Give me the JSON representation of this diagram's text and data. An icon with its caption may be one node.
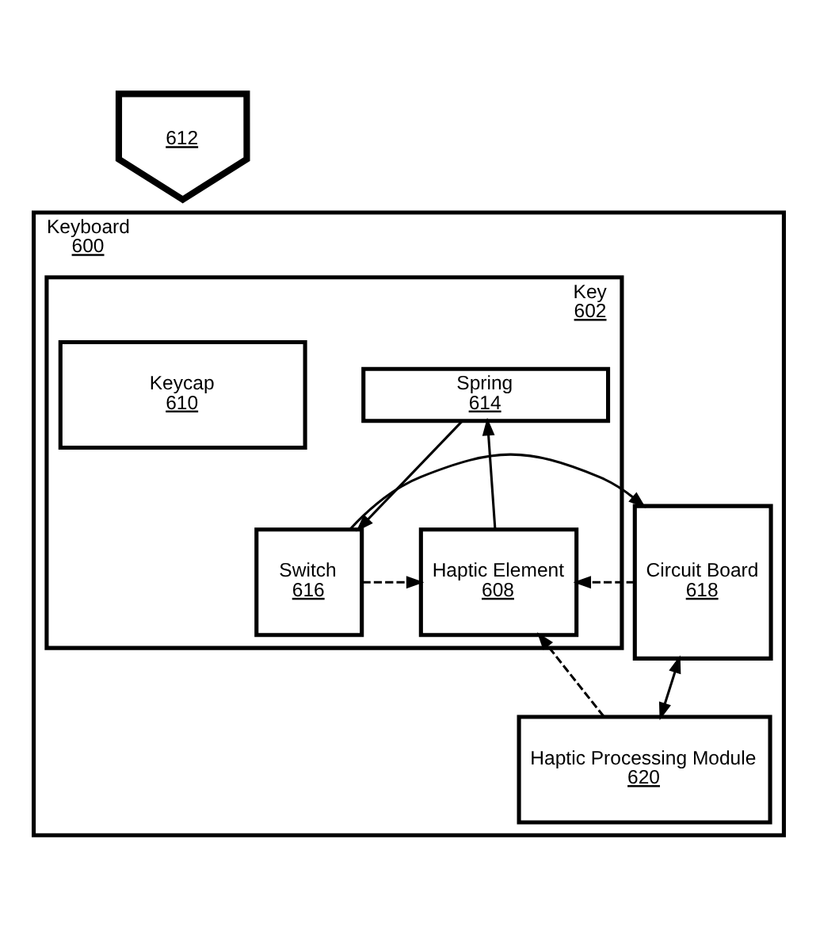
{
  "diagram": {
    "nodes": [
      {
        "text": [
          "Keyboard",
          "600"
        ]
      },
      {
        "text": [
          "Key",
          "602"
        ],
        "in": 0
      },
      {
        "text": [
          "612"
        ]
      },
      {
        "text": [
          "Keycap",
          "610"
        ],
        "in": 1
      },
      {
        "text": [
          "Spring",
          "614"
        ],
        "in": 1
      },
      {
        "text": [
          "Switch",
          "616"
        ],
        "in": 1
      },
      {
        "text": [
          "Haptic Element",
          "608"
        ],
        "in": 1
      },
      {
        "text": [
          "Circuit Board",
          "618"
        ],
        "in": 0
      },
      {
        "text": [
          "Haptic Processing Module",
          "620"
        ],
        "in": 0
      }
    ],
    "edges": [
      {
        "from": 4,
        "to": 5,
        "arrow": "to"
      },
      {
        "from": 6,
        "to": 4,
        "arrow": "to"
      },
      {
        "from": 5,
        "to": 7,
        "arrow": "to"
      },
      {
        "from": 5,
        "to": 6,
        "arrow": "to",
        "style": "dashed"
      },
      {
        "from": 7,
        "to": 6,
        "arrow": "to",
        "style": "dashed"
      },
      {
        "from": 7,
        "to": 8,
        "arrow": "both"
      },
      {
        "from": 8,
        "to": 6,
        "arrow": "to",
        "style": "dashed"
      }
    ]
  }
}
